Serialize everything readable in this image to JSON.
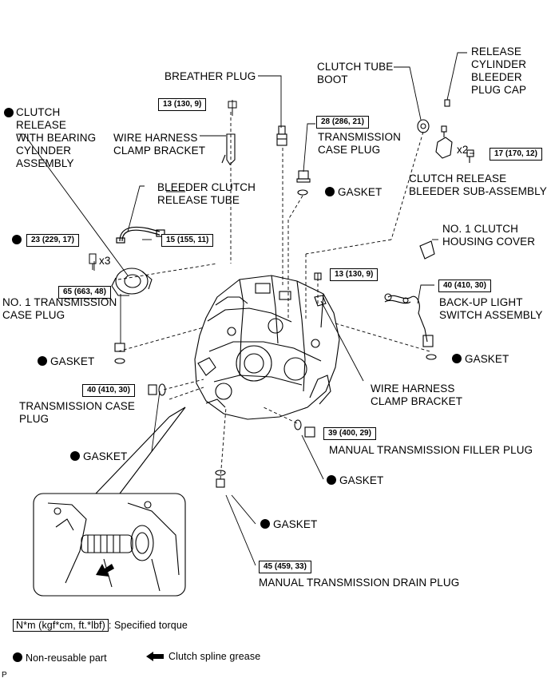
{
  "labels": {
    "breather_plug": "BREATHER PLUG",
    "clutch_tube_boot": [
      "CLUTCH TUBE",
      "BOOT"
    ],
    "release_cap": [
      "RELEASE",
      "CYLINDER",
      "BLEEDER",
      "PLUG CAP"
    ],
    "clutch_release_cyl": [
      "CLUTCH",
      "RELEASE",
      "WITH BEARING",
      "CYLINDER",
      "ASSEMBLY"
    ],
    "wire_bracket_top": [
      "WIRE HARNESS",
      "CLAMP BRACKET"
    ],
    "trans_case_plug_top": [
      "TRANSMISSION",
      "CASE PLUG"
    ],
    "gasket": "GASKET",
    "bleeder_sub": [
      "CLUTCH RELEASE",
      "BLEEDER SUB-ASSEMBLY"
    ],
    "bleeder_tube": [
      "BLEEDER CLUTCH",
      "RELEASE TUBE"
    ],
    "housing_cover": [
      "NO. 1 CLUTCH",
      "HOUSING COVER"
    ],
    "no1_case_plug": [
      "NO. 1 TRANSMISSION",
      "CASE PLUG"
    ],
    "backup_switch": [
      "BACK-UP LIGHT",
      "SWITCH ASSEMBLY"
    ],
    "wire_bracket_right": [
      "WIRE HARNESS",
      "CLAMP BRACKET"
    ],
    "trans_case_plug_left": [
      "TRANSMISSION CASE",
      "PLUG"
    ],
    "filler_plug": "MANUAL TRANSMISSION FILLER PLUG",
    "drain_plug": "MANUAL TRANSMISSION DRAIN PLUG",
    "x3": "x3",
    "x2": "x2"
  },
  "torques": {
    "t13a": "13 (130, 9)",
    "t28": "28 (286, 21)",
    "t17": "17 (170, 12)",
    "t23": "23 (229, 17)",
    "t15": "15 (155, 11)",
    "t13b": "13 (130, 9)",
    "t65": "65 (663, 48)",
    "t40a": "40 (410, 30)",
    "t40b": "40 (410, 30)",
    "t39": "39 (400, 29)",
    "t45": "45 (459, 33)"
  },
  "legend": {
    "torque_box": "N*m (kgf*cm, ft.*lbf)",
    "torque_text": ": Specified torque",
    "nonreusable": "Non-reusable part",
    "grease": "Clutch spline grease"
  },
  "page_mark": "P"
}
